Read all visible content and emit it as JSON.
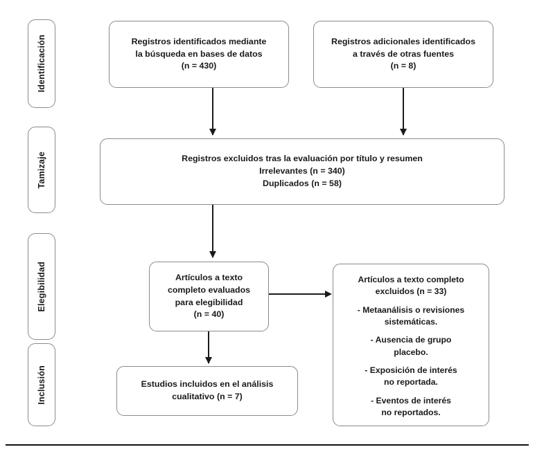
{
  "diagram": {
    "type": "prisma-flow-diagram",
    "language": "es",
    "colors": {
      "box_border": "#8a8a8a",
      "connector": "#1a1a1a",
      "text": "#1a1a1a",
      "background": "#ffffff",
      "rule": "#111111"
    }
  },
  "stages": [
    {
      "label": "Identificación"
    },
    {
      "label": "Tamizaje"
    },
    {
      "label": "Elegibilidad"
    },
    {
      "label": "Inclusión"
    }
  ],
  "boxes": {
    "identified_databases": {
      "line1": "Registros identificados mediante",
      "line2": "la búsqueda en bases de datos",
      "count": "(n = 430)"
    },
    "identified_other_sources": {
      "line1": "Registros adicionales identificados",
      "line2": "a través de otras fuentes",
      "count": "(n = 8)"
    },
    "screening_excluded": {
      "title": "Registros excluidos tras la evaluación por título y resumen",
      "irrelevant": "Irrelevantes (n = 340)",
      "duplicates": "Duplicados (n = 58)"
    },
    "fulltext_assessed": {
      "line1": "Artículos a texto",
      "line2": "completo evaluados",
      "line3": "para elegibilidad",
      "count": "(n = 40)"
    },
    "fulltext_excluded": {
      "head_line1": "Artículos a texto completo",
      "head_line2": "excluidos (n = 33)",
      "reasons": [
        {
          "line1": "- Metaanálisis o revisiones",
          "line2": "sistemáticas."
        },
        {
          "line1": "- Ausencia de grupo",
          "line2": "placebo."
        },
        {
          "line1": "- Exposición de interés",
          "line2": "no reportada."
        },
        {
          "line1": "- Eventos de interés",
          "line2": "no reportados."
        }
      ]
    },
    "included_qualitative": {
      "line1": "Estudios incluidos en el análisis",
      "line2": "cualitativo (n = 7)"
    }
  }
}
